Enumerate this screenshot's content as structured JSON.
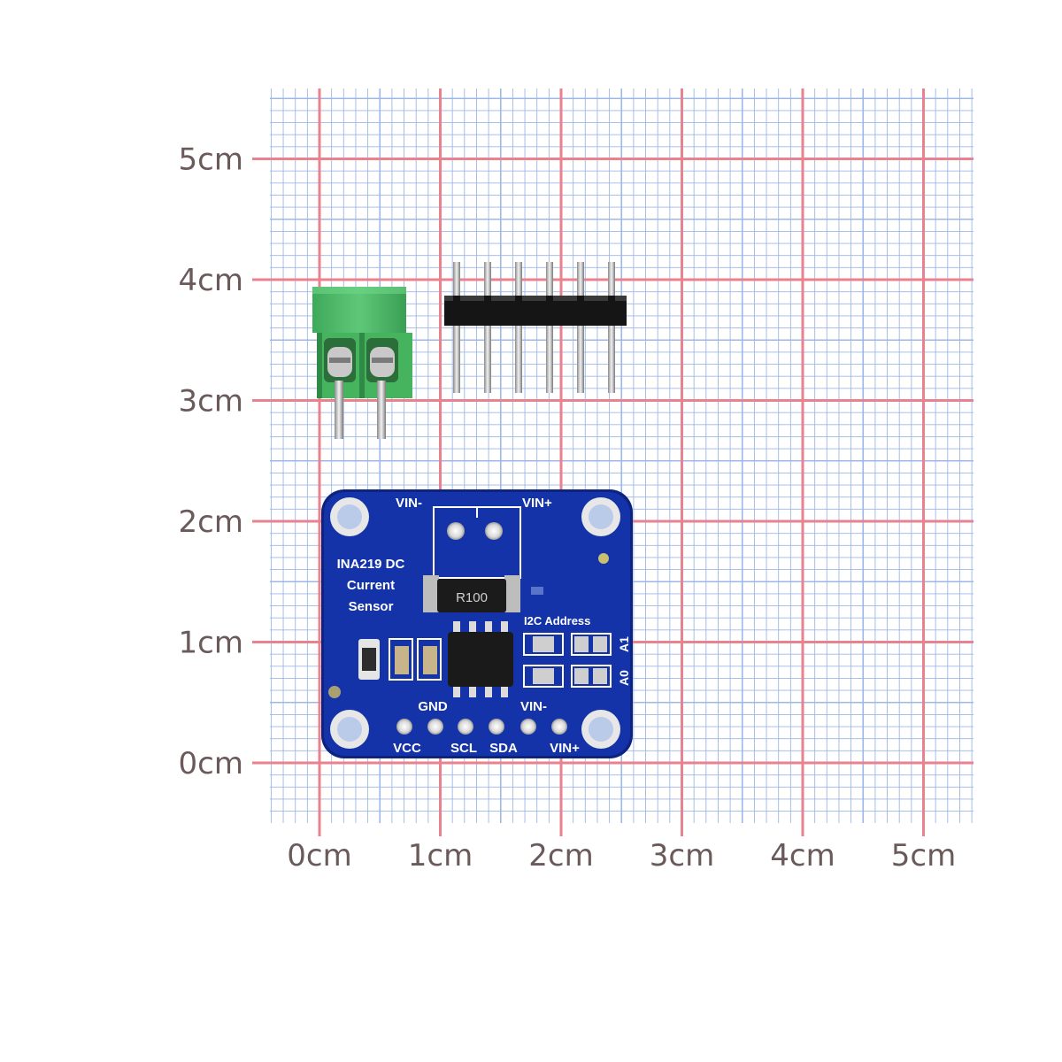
{
  "scale": {
    "y_labels": [
      "5cm",
      "4cm",
      "3cm",
      "2cm",
      "1cm",
      "0cm"
    ],
    "x_labels": [
      "0cm",
      "1cm",
      "2cm",
      "3cm",
      "4cm",
      "5cm"
    ],
    "colors": {
      "major_line": "#e8828e",
      "minor_line": "#9db7e6",
      "paper": "#ffffff",
      "label": "#6b5a5a"
    }
  },
  "board": {
    "colors": {
      "pcb": "#1533a8",
      "pcb_edge": "#0c2480",
      "silk": "#ffffff"
    },
    "title_lines": [
      "INA219 DC",
      "Current",
      "Sensor"
    ],
    "top_left_label": "VIN-",
    "top_right_label": "VIN+",
    "resistor_label": "R100",
    "address_label": "I2C Address",
    "jumper_labels": [
      "A1",
      "A0"
    ],
    "bottom_top_labels": [
      "GND",
      "VIN-"
    ],
    "bottom_labels": [
      "VCC",
      "SCL",
      "SDA",
      "VIN+"
    ]
  },
  "terminal_block": {
    "color": "#4cb865",
    "name": "2-pin screw terminal"
  },
  "pin_header": {
    "color": "#111111",
    "pin_count": 6
  }
}
